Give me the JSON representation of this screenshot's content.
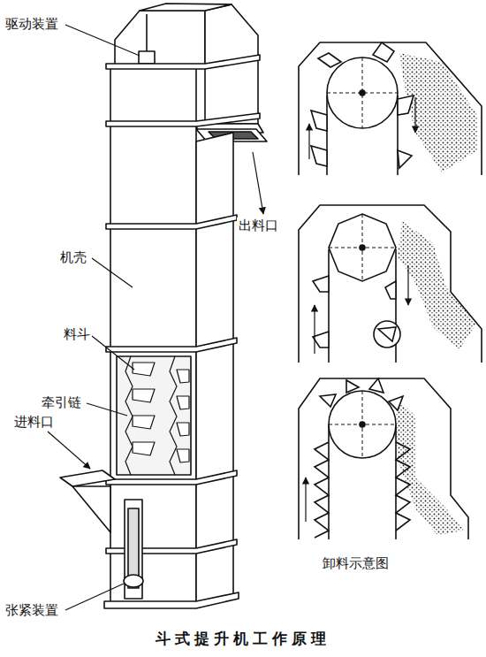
{
  "diagram": {
    "caption": "斗式提升机工作原理",
    "labels": [
      "驱动装置",
      "出料口",
      "机壳",
      "料斗",
      "牵引链",
      "进料口",
      "张紧装置",
      "卸料示意图"
    ]
  }
}
